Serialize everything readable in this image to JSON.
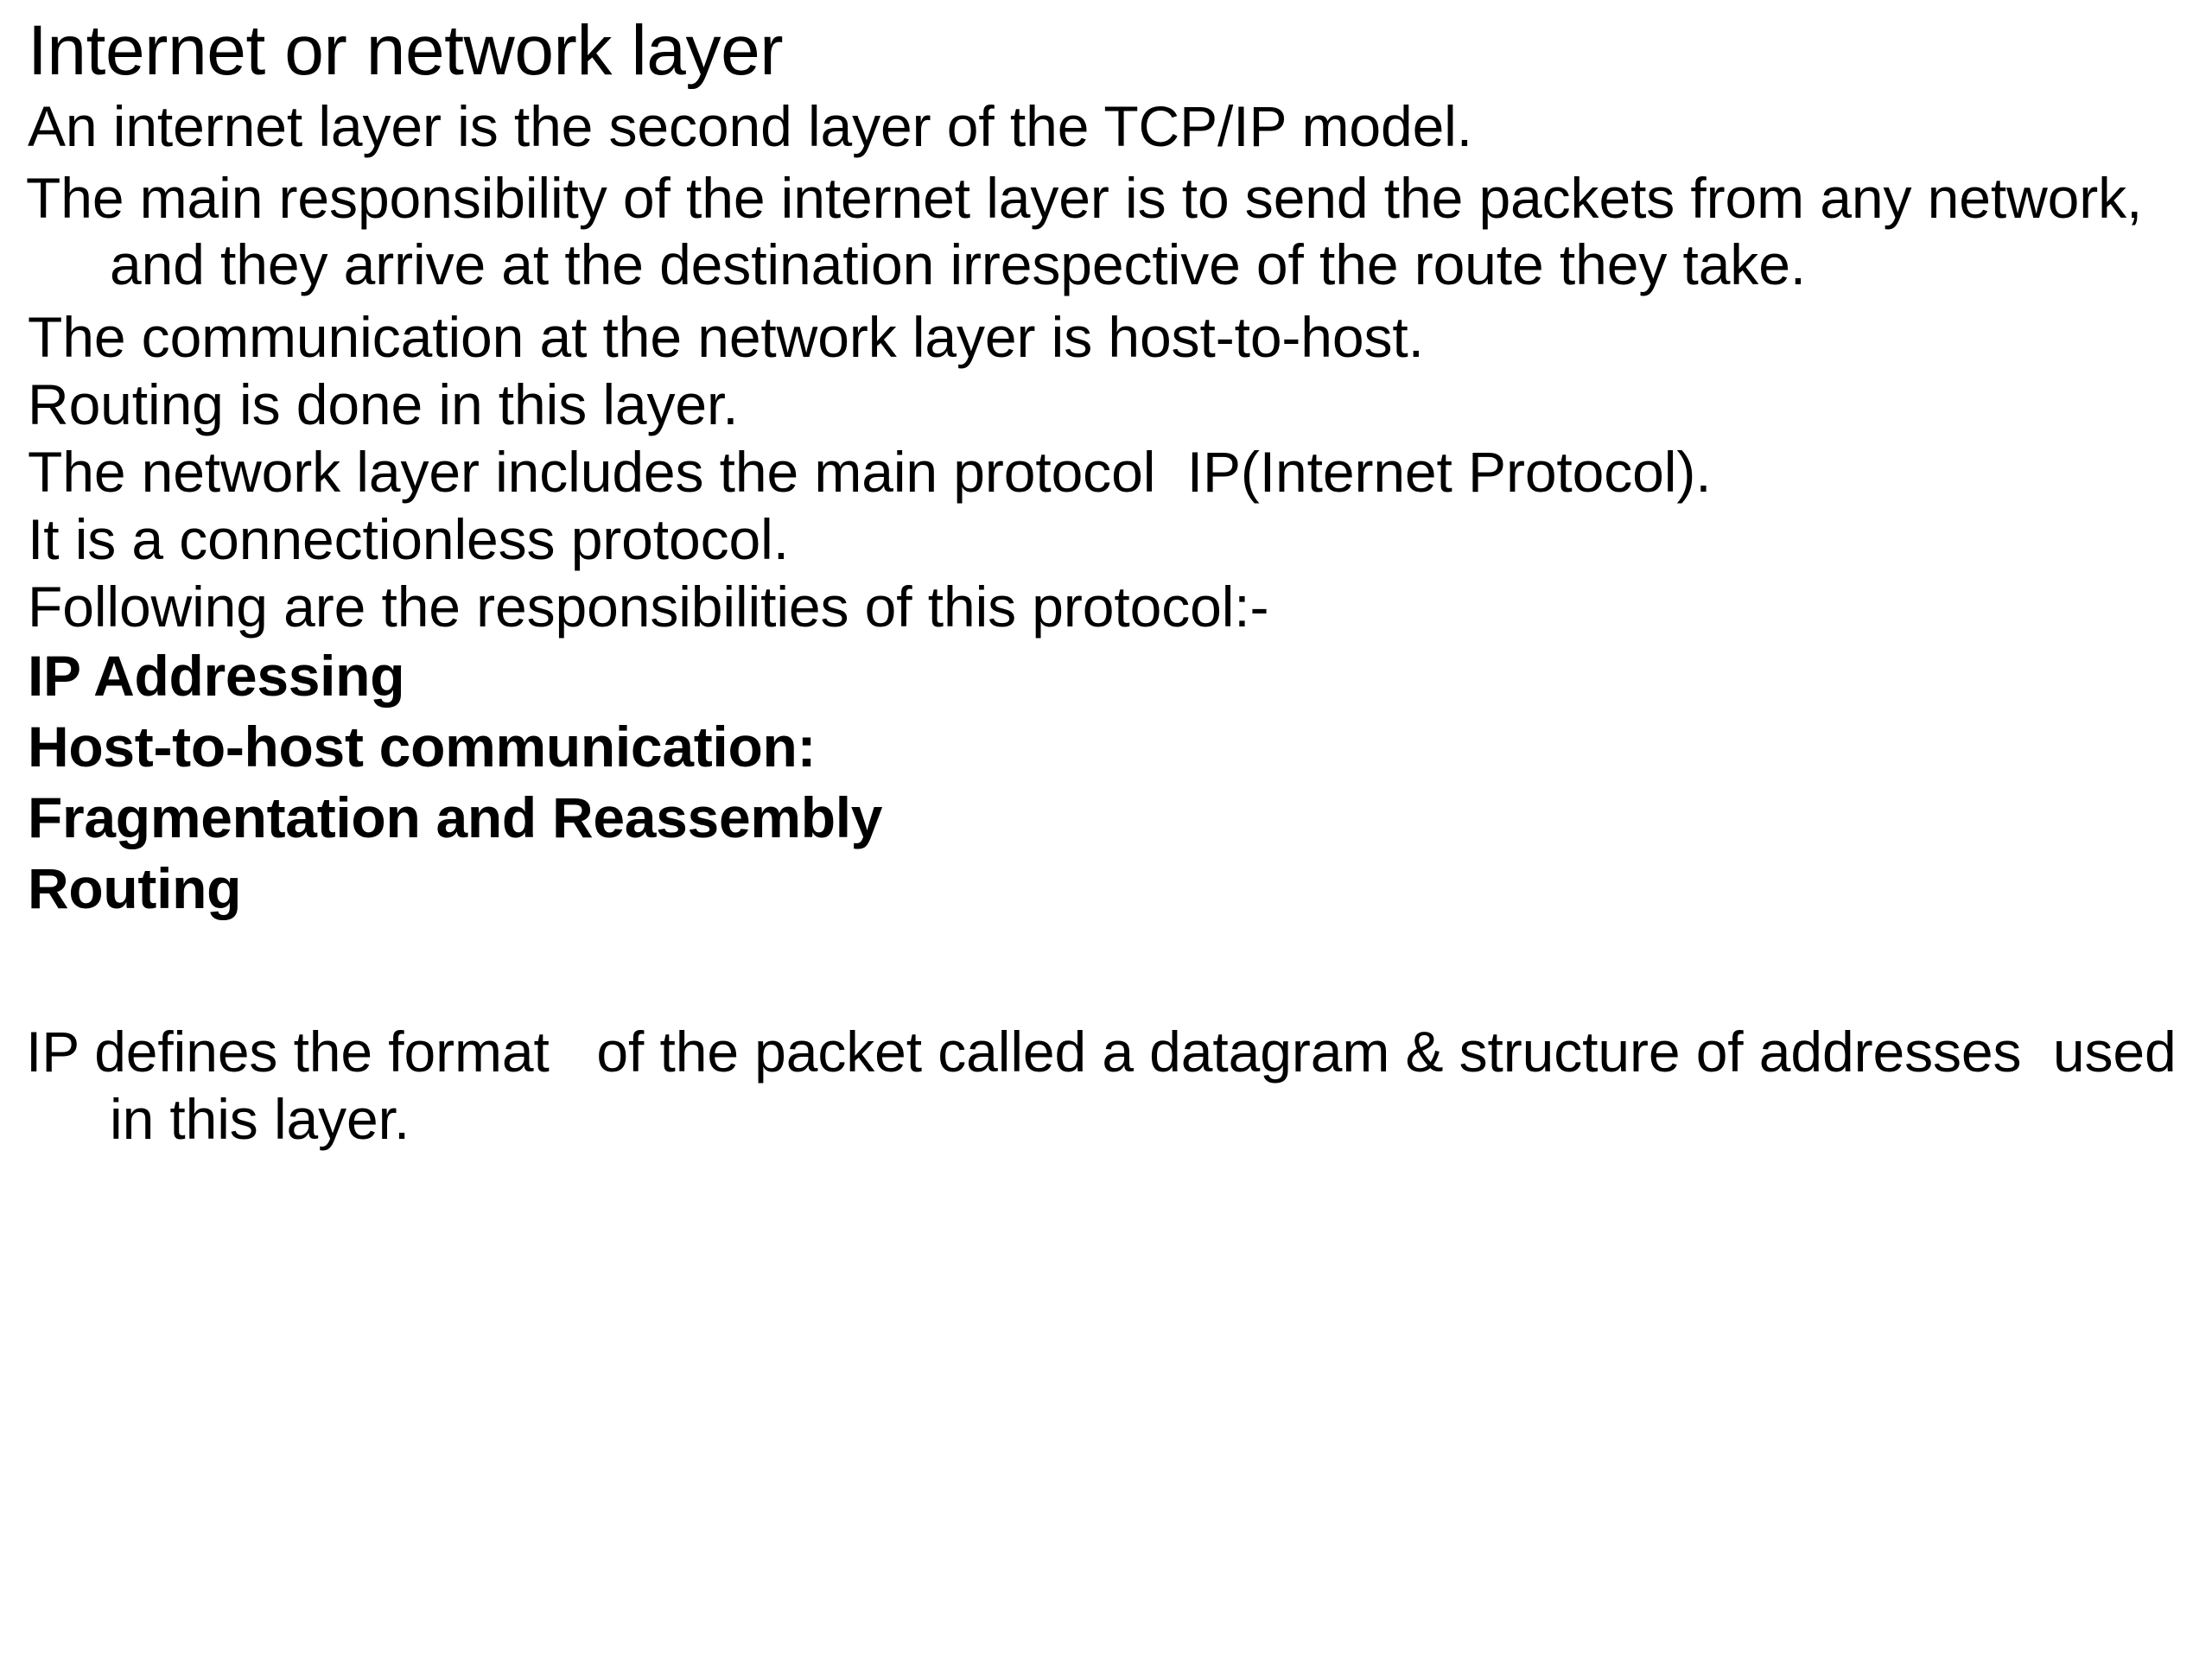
{
  "slide": {
    "title": "Internet or network layer",
    "background_color": "#ffffff",
    "text_color": "#000000",
    "paragraphs": [
      {
        "id": "p-second-layer",
        "text": "An internet layer is the second layer of the TCP/IP model.",
        "bold": false,
        "wrapped": false
      },
      {
        "id": "p-main-responsibility",
        "text": "The main responsibility of the internet layer is to send the packets from any network, and they arrive at the destination irrespective of the route they take.",
        "bold": false,
        "wrapped": true
      },
      {
        "id": "p-host-to-host",
        "text": "The communication at the network layer is host-to-host.",
        "bold": false,
        "wrapped": false
      },
      {
        "id": "p-routing-done",
        "text": "Routing is done in this layer.",
        "bold": false,
        "wrapped": false
      },
      {
        "id": "p-main-protocol",
        "text": "The network layer includes the main protocol  IP(Internet Protocol).",
        "bold": false,
        "wrapped": false
      },
      {
        "id": "p-connectionless",
        "text": "It is a connectionless protocol.",
        "bold": false,
        "wrapped": false
      },
      {
        "id": "p-responsibilities-intro",
        "text": "Following are the responsibilities of this protocol:-",
        "bold": false,
        "wrapped": false
      }
    ],
    "responsibilities": [
      {
        "id": "r-ip-addressing",
        "text": "IP Addressing"
      },
      {
        "id": "r-host-to-host-communication",
        "text": "Host-to-host communication:"
      },
      {
        "id": "r-fragmentation-reassembly",
        "text": "Fragmentation and Reassembly"
      },
      {
        "id": "r-routing",
        "text": "Routing"
      }
    ],
    "closing_paragraph": {
      "id": "p-ip-defines-format",
      "text": "IP defines the format   of the packet called a datagram & structure of addresses  used in this layer.",
      "bold": false,
      "wrapped": true
    }
  }
}
